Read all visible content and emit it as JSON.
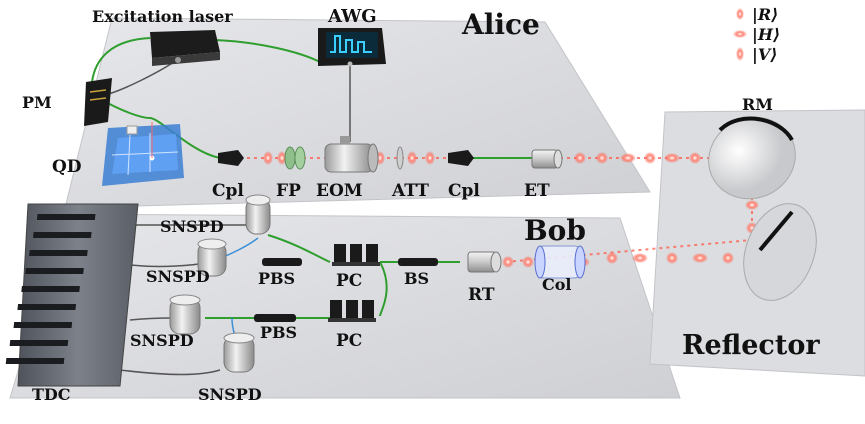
{
  "labels": {
    "excitation_laser": "Excitation laser",
    "awg": "AWG",
    "alice": "Alice",
    "bob": "Bob",
    "reflector": "Reflector",
    "pm": "PM",
    "qd": "QD",
    "cpl_1": "Cpl",
    "fp": "FP",
    "eom": "EOM",
    "att": "ATT",
    "cpl_2": "Cpl",
    "et": "ET",
    "rm": "RM",
    "snspd_1": "SNSPD",
    "snspd_2": "SNSPD",
    "snspd_3": "SNSPD",
    "snspd_4": "SNSPD",
    "pbs_1": "PBS",
    "pbs_2": "PBS",
    "pc_1": "PC",
    "pc_2": "PC",
    "bs": "BS",
    "rt": "RT",
    "col": "Col",
    "tdc": "TDC"
  },
  "legend": {
    "r": "|R⟩",
    "h": "|H⟩",
    "v": "|V⟩"
  },
  "colors": {
    "fiber": "#2e9e2e",
    "beam": "#ff5a4a",
    "platform": "#d9dadd",
    "tdc": "#6c7079"
  }
}
